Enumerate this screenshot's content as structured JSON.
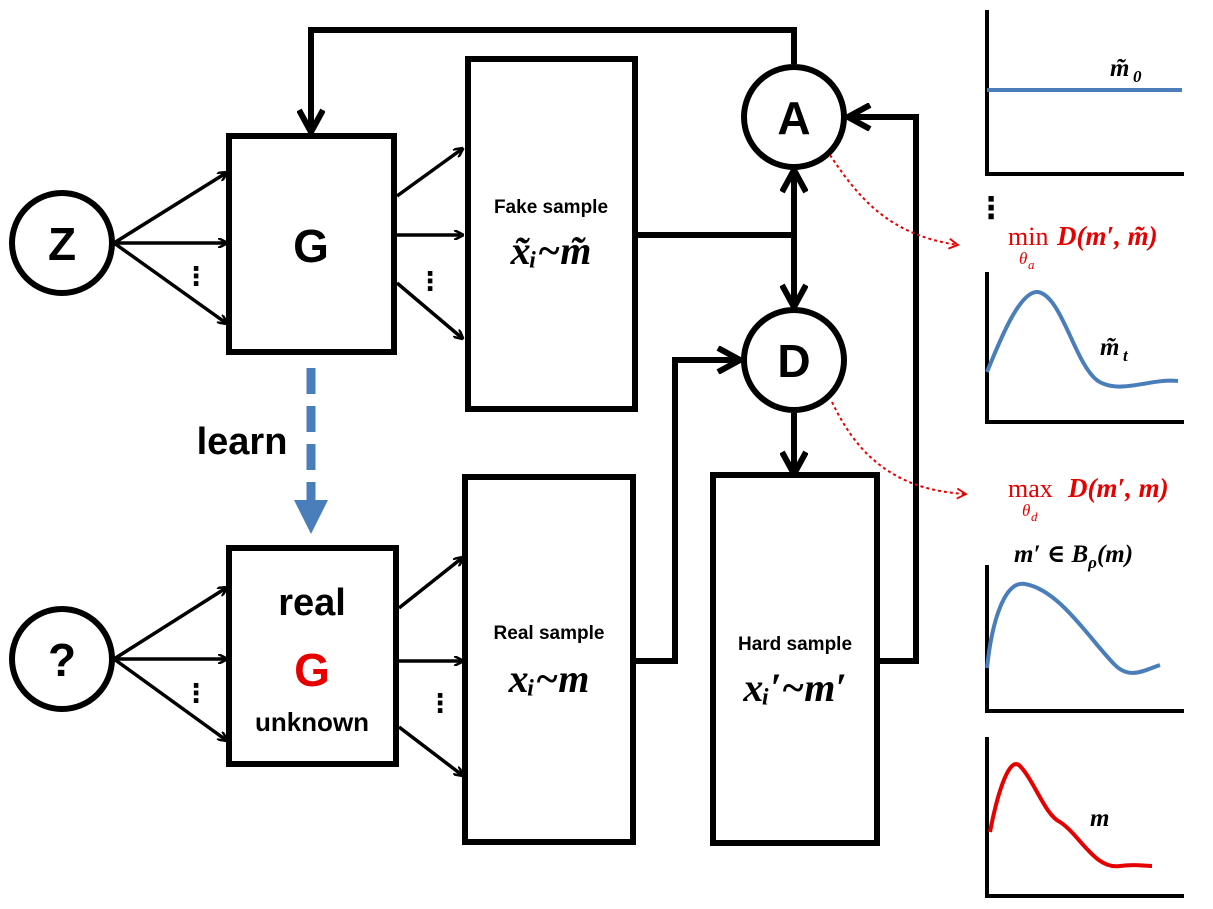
{
  "nodes": {
    "z": "Z",
    "unknown_input": "?",
    "generator": "G",
    "adversary": "A",
    "discriminator": "D",
    "real_g": {
      "line1": "real",
      "line2": "G",
      "line3": "unknown"
    }
  },
  "boxes": {
    "fake": {
      "title": "Fake sample",
      "formula": "x̃ᵢ~m̃"
    },
    "real": {
      "title": "Real sample",
      "formula": "xᵢ~m"
    },
    "hard": {
      "title": "Hard sample",
      "formula": "xᵢ′~m′"
    }
  },
  "labels": {
    "learn": "learn",
    "ellipsis": "⋮"
  },
  "objectives": {
    "adversary": {
      "op": "min",
      "sub": "θ",
      "subsub": "a",
      "expr": "D(m′, m̃)"
    },
    "discriminator": {
      "op": "max",
      "sub": "θ",
      "subsub": "d",
      "expr": "D(m′, m)"
    }
  },
  "plots": {
    "m0_label": "m̃",
    "m0_sub": "0",
    "mt_label": "m̃",
    "mt_sub": "t",
    "ball_label": {
      "left": "m′ ∈ ",
      "B": "B",
      "sub": "ρ",
      "right": "(m)"
    },
    "m_label": "m",
    "dots": "⋮"
  },
  "colors": {
    "red": "#e60000",
    "blue": "#4a7ebb",
    "black": "#000000"
  }
}
